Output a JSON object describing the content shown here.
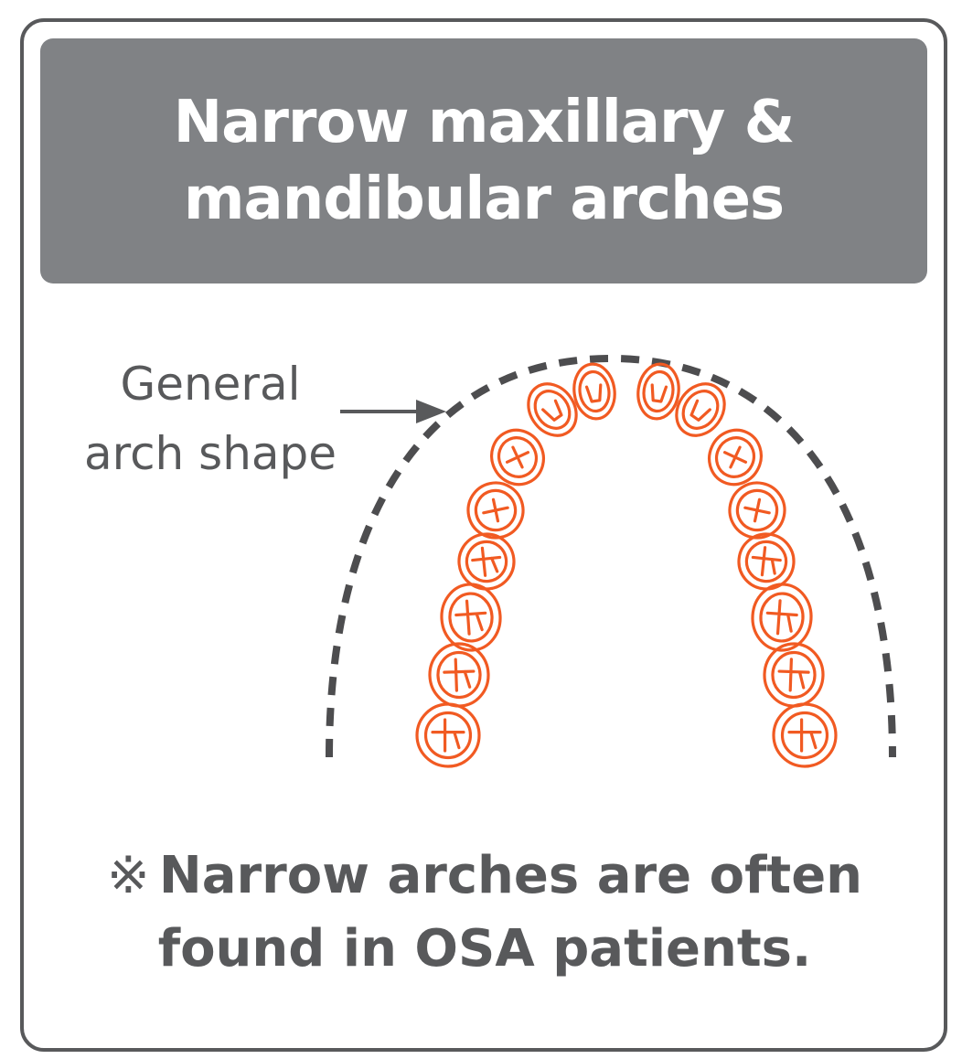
{
  "title": {
    "line1": "Narrow maxillary &",
    "line2": "mandibular arches"
  },
  "arch_label": {
    "line1": "General",
    "line2": "arch shape"
  },
  "note": {
    "symbol": "※",
    "line1": "Narrow arches are often",
    "line2": "found in OSA patients."
  },
  "colors": {
    "header_bg": "#808285",
    "border": "#58595b",
    "text": "#58595b",
    "teeth": "#f15a22",
    "dashed_arch": "#4d4d4f"
  },
  "icons": {
    "arrow": "right-arrow-icon",
    "arch": "dashed-arch-curve",
    "teeth": "dental-arch-teeth"
  }
}
